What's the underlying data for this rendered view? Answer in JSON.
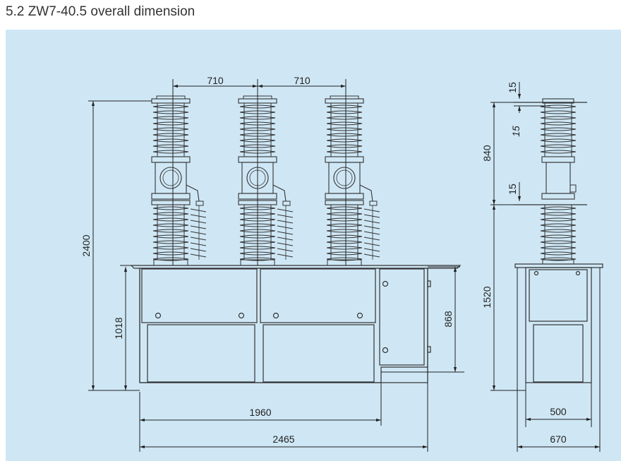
{
  "heading": "5.2 ZW7-40.5 overall dimension",
  "colors": {
    "panel": "#cfe7f5",
    "line": "#333333",
    "dim": "#222222"
  },
  "front_view": {
    "dim_pole_spacing_1": "710",
    "dim_pole_spacing_2": "710",
    "dim_total_height": "2400",
    "dim_base_height": "1018",
    "dim_cabinet_height": "868",
    "dim_frame_width": "1960",
    "dim_total_width": "2465"
  },
  "side_view": {
    "dim_top_gap": "15",
    "dim_upper_gap": "15",
    "dim_mid_gap": "15",
    "dim_column_height": "840",
    "dim_lower_height": "1520",
    "dim_inner_width": "500",
    "dim_outer_width": "670"
  }
}
